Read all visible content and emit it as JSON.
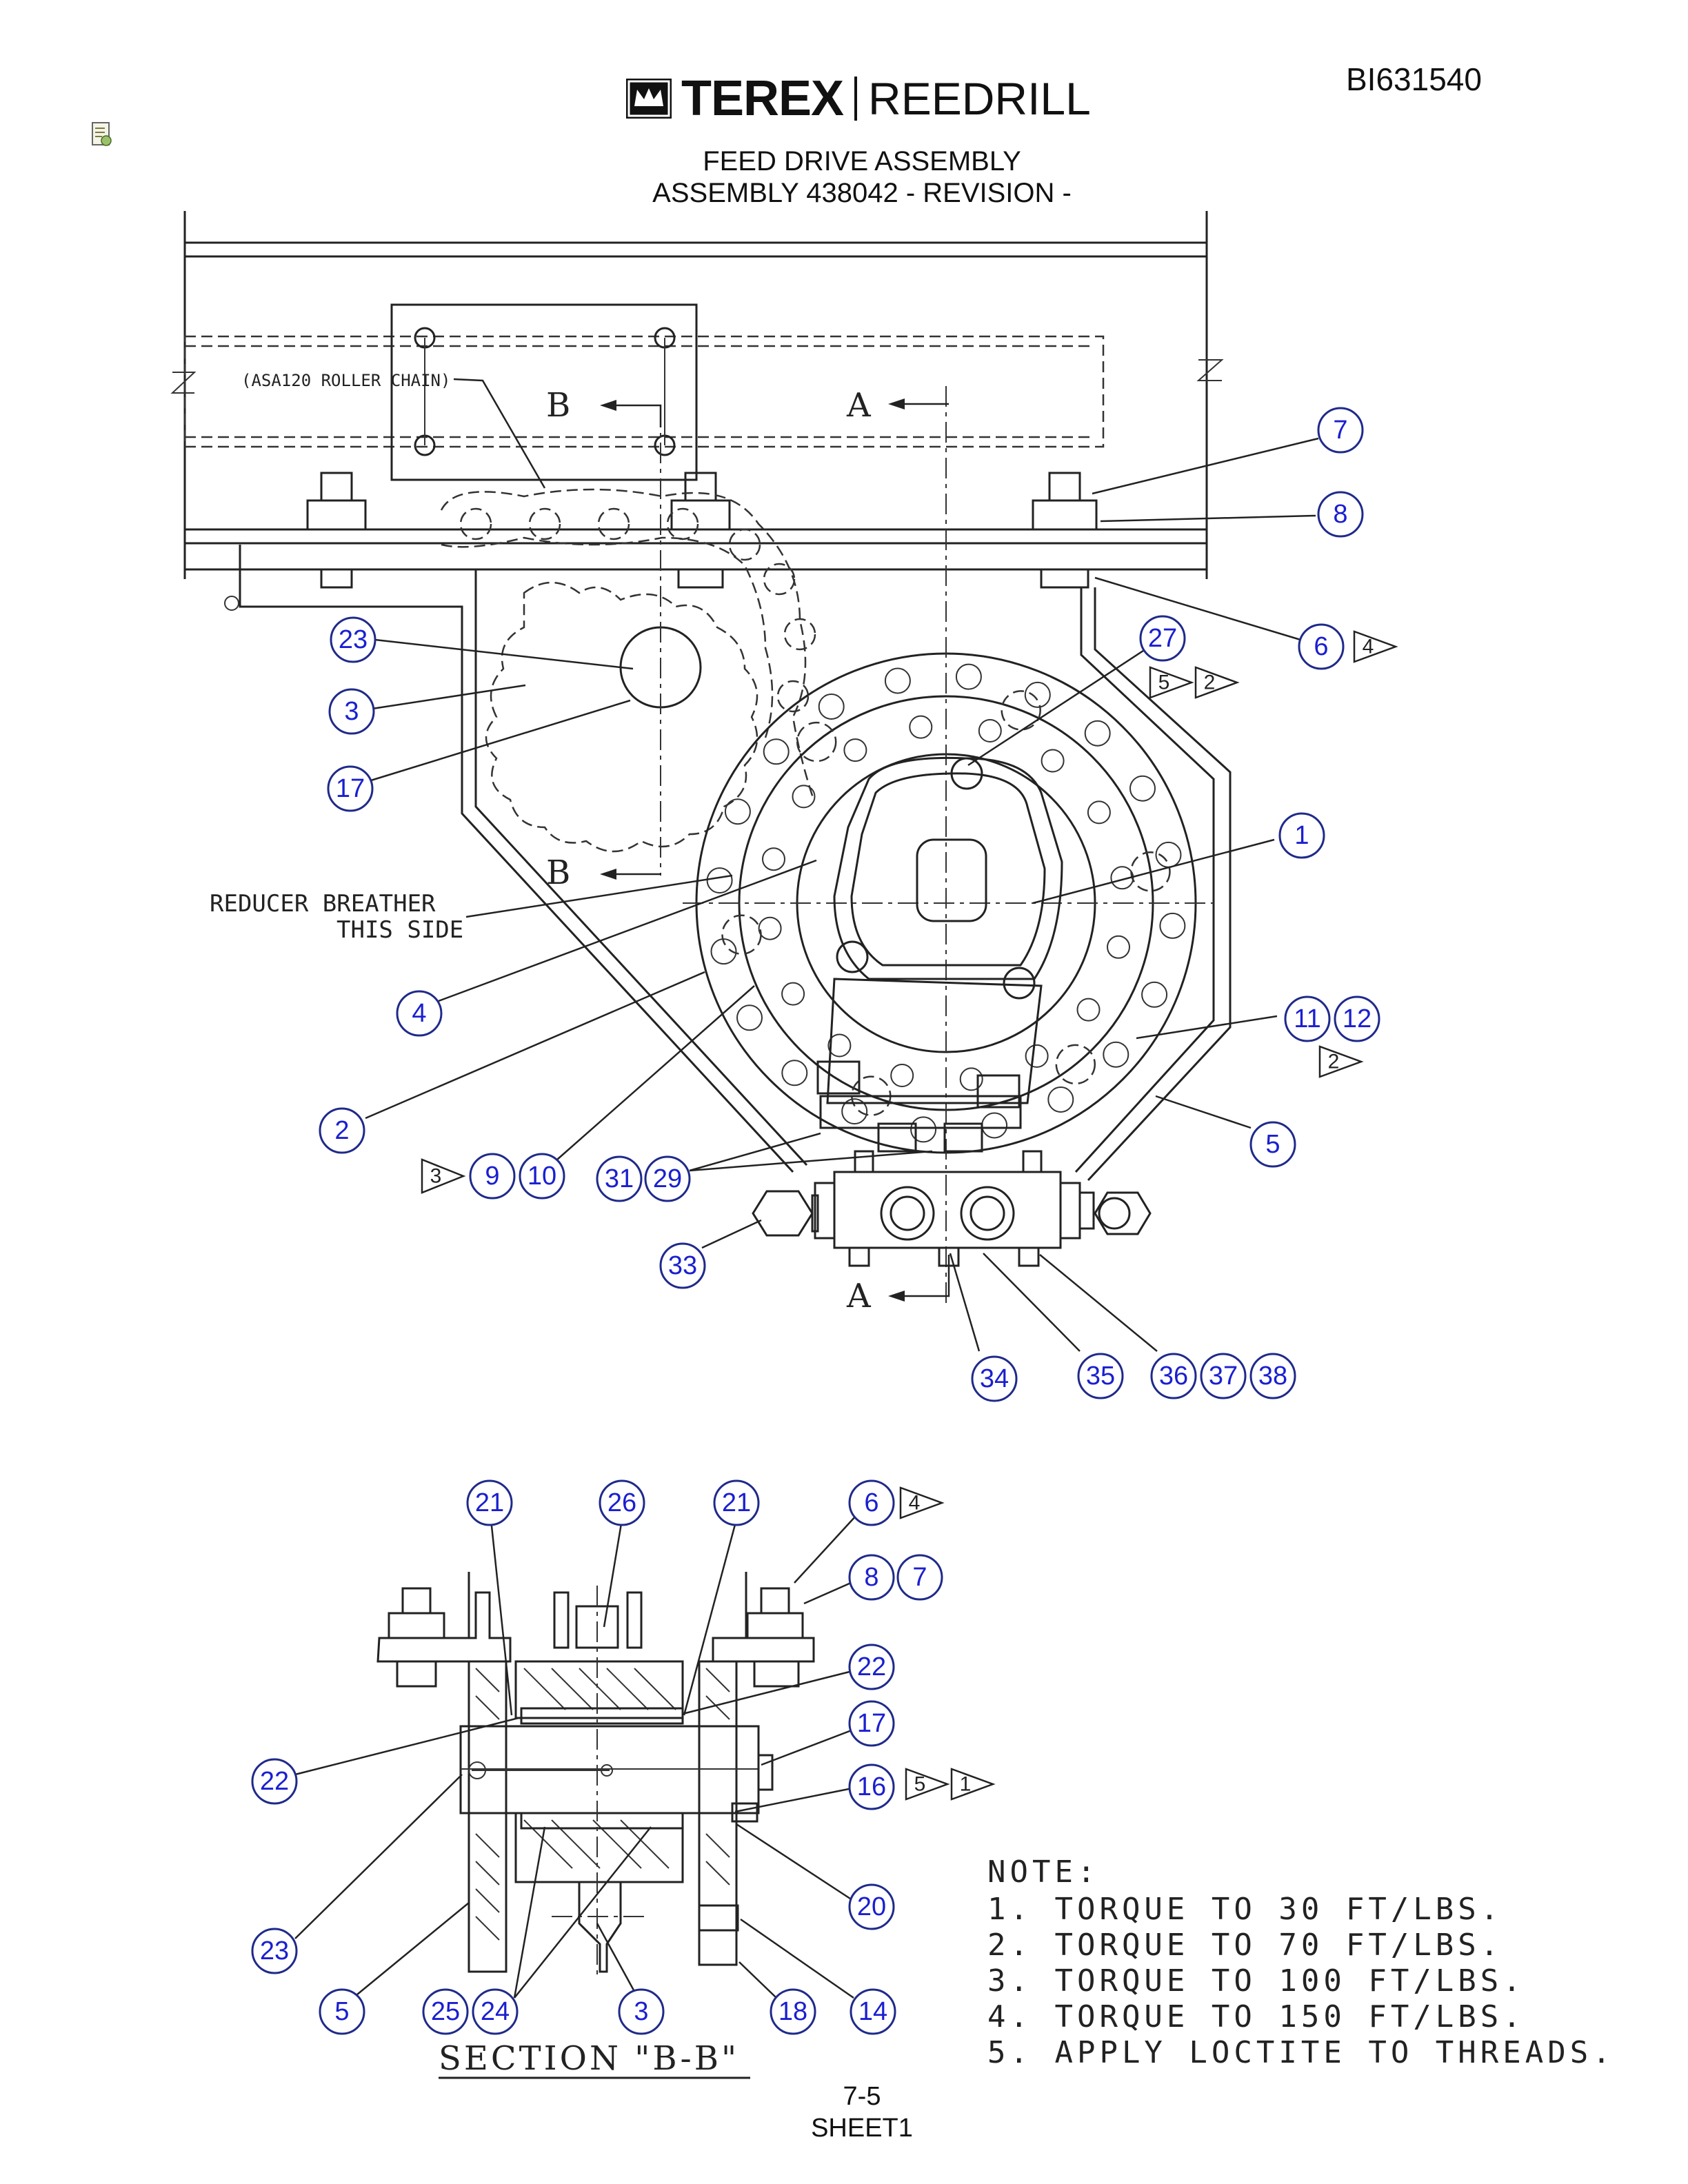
{
  "header": {
    "brand_left": "TEREX",
    "brand_right": "REEDRILL",
    "doc_id": "BI631540",
    "title_line1": "FEED DRIVE ASSEMBLY",
    "title_line2": "ASSEMBLY 438042 - REVISION -"
  },
  "icons": {
    "file_icon": "document-attachment-icon",
    "logo_mark": "terex-crown-logo-icon"
  },
  "annotations": {
    "chain": "(ASA120 ROLLER CHAIN)",
    "breather_line1": "REDUCER BREATHER",
    "breather_line2": "THIS SIDE",
    "section_b_top": "B",
    "section_b_bottom": "B",
    "section_a_top": "A",
    "section_a_bottom": "A",
    "section_title": "SECTION \"B-B\""
  },
  "balloons_top": [
    "7",
    "8",
    "6",
    "27",
    "23",
    "3",
    "17",
    "1",
    "4",
    "11",
    "12",
    "2",
    "5",
    "9",
    "10",
    "31",
    "29",
    "33",
    "34",
    "35",
    "36",
    "37",
    "38"
  ],
  "balloons_section": [
    "21",
    "26",
    "21",
    "6",
    "8",
    "7",
    "22",
    "22",
    "17",
    "16",
    "23",
    "20",
    "5",
    "25",
    "24",
    "3",
    "18",
    "14"
  ],
  "note_flags": [
    "4",
    "5",
    "2",
    "2",
    "3",
    "4",
    "5",
    "1"
  ],
  "notes": {
    "heading": "NOTE:",
    "items": [
      "1. TORQUE TO 30 FT/LBS.",
      "2. TORQUE TO 70 FT/LBS.",
      "3. TORQUE TO 100 FT/LBS.",
      "4. TORQUE TO 150 FT/LBS.",
      "5. APPLY LOCTITE TO THREADS."
    ]
  },
  "footer": {
    "page": "7-5",
    "sheet": "SHEET1"
  },
  "colors": {
    "balloon_text": "#1a1fd0",
    "balloon_stroke": "#1f2a8a",
    "line": "#222222"
  }
}
